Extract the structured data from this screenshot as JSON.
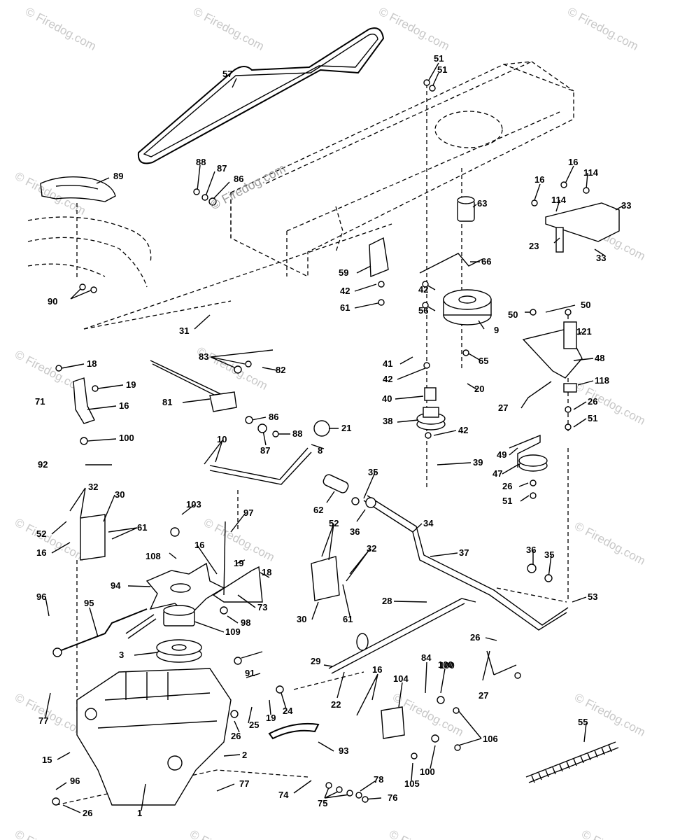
{
  "diagram": {
    "labels": [
      "57",
      "51",
      "51",
      "88",
      "87",
      "86",
      "89",
      "63",
      "16",
      "114",
      "16",
      "114",
      "33",
      "23",
      "33",
      "59",
      "66",
      "42",
      "61",
      "42",
      "56",
      "9",
      "90",
      "31",
      "50",
      "50",
      "121",
      "48",
      "118",
      "27",
      "26",
      "51",
      "18",
      "19",
      "71",
      "16",
      "100",
      "92",
      "83",
      "82",
      "81",
      "86",
      "87",
      "88",
      "21",
      "8",
      "10",
      "41",
      "65",
      "42",
      "20",
      "40",
      "38",
      "42",
      "39",
      "49",
      "47",
      "26",
      "51",
      "32",
      "30",
      "61",
      "52",
      "16",
      "103",
      "97",
      "108",
      "16",
      "19",
      "18",
      "94",
      "73",
      "98",
      "109",
      "96",
      "95",
      "3",
      "62",
      "35",
      "36",
      "34",
      "52",
      "32",
      "37",
      "36",
      "35",
      "53",
      "30",
      "61",
      "28",
      "26",
      "29",
      "22",
      "27",
      "100",
      "91",
      "24",
      "19",
      "25",
      "26",
      "16",
      "104",
      "84",
      "100",
      "106",
      "105",
      "100",
      "77",
      "15",
      "2",
      "93",
      "55",
      "96",
      "1",
      "26",
      "77",
      "74",
      "75",
      "78",
      "76"
    ],
    "watermark": "Firedog.com",
    "watermark_center": "Firedog.com"
  }
}
